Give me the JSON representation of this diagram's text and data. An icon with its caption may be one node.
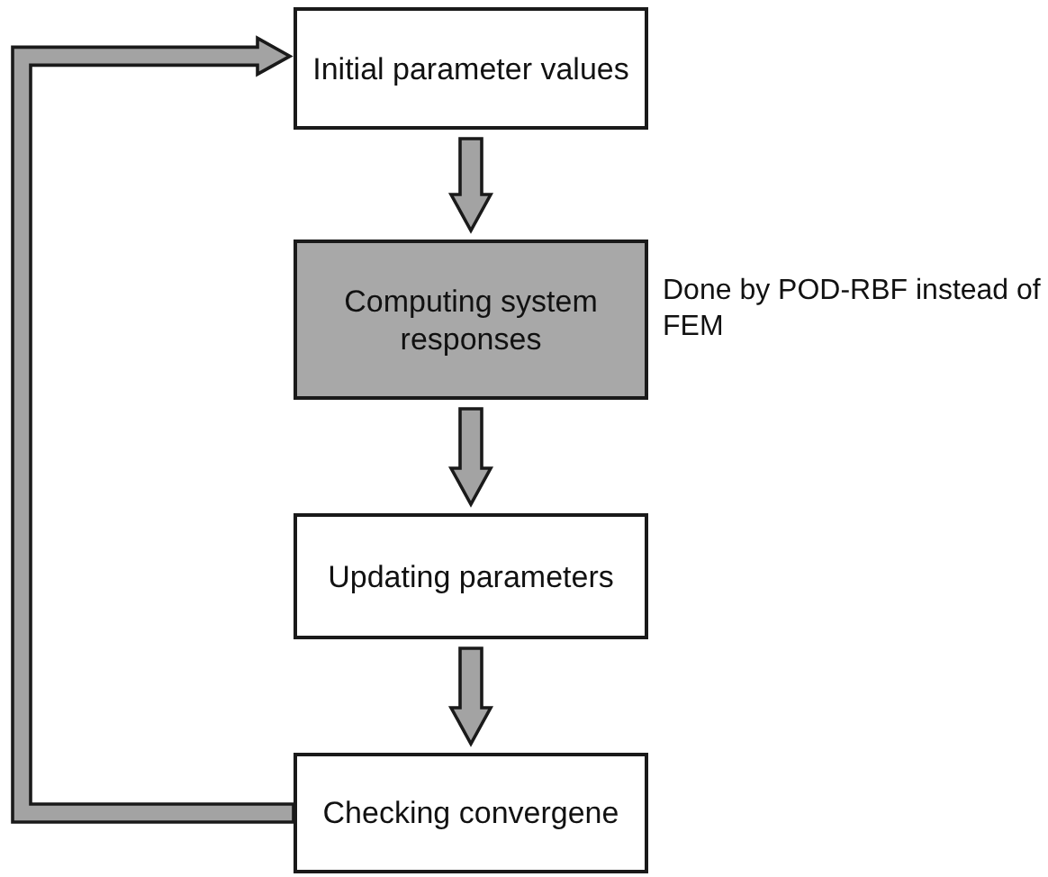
{
  "diagram": {
    "nodes": [
      {
        "text": [
          "Initial parameter values"
        ]
      },
      {
        "text": [
          "Computing system responses"
        ],
        "beside": [
          "Done by POD-RBF instead of FEM"
        ]
      },
      {
        "text": [
          "Updating parameters"
        ]
      },
      {
        "text": [
          "Checking convergene"
        ]
      }
    ],
    "edges": [
      {
        "from": 0,
        "to": 1,
        "arrow": "to"
      },
      {
        "from": 1,
        "to": 2,
        "arrow": "to"
      },
      {
        "from": 2,
        "to": 3,
        "arrow": "to"
      },
      {
        "from": 3,
        "to": 0,
        "arrow": "to"
      }
    ]
  }
}
